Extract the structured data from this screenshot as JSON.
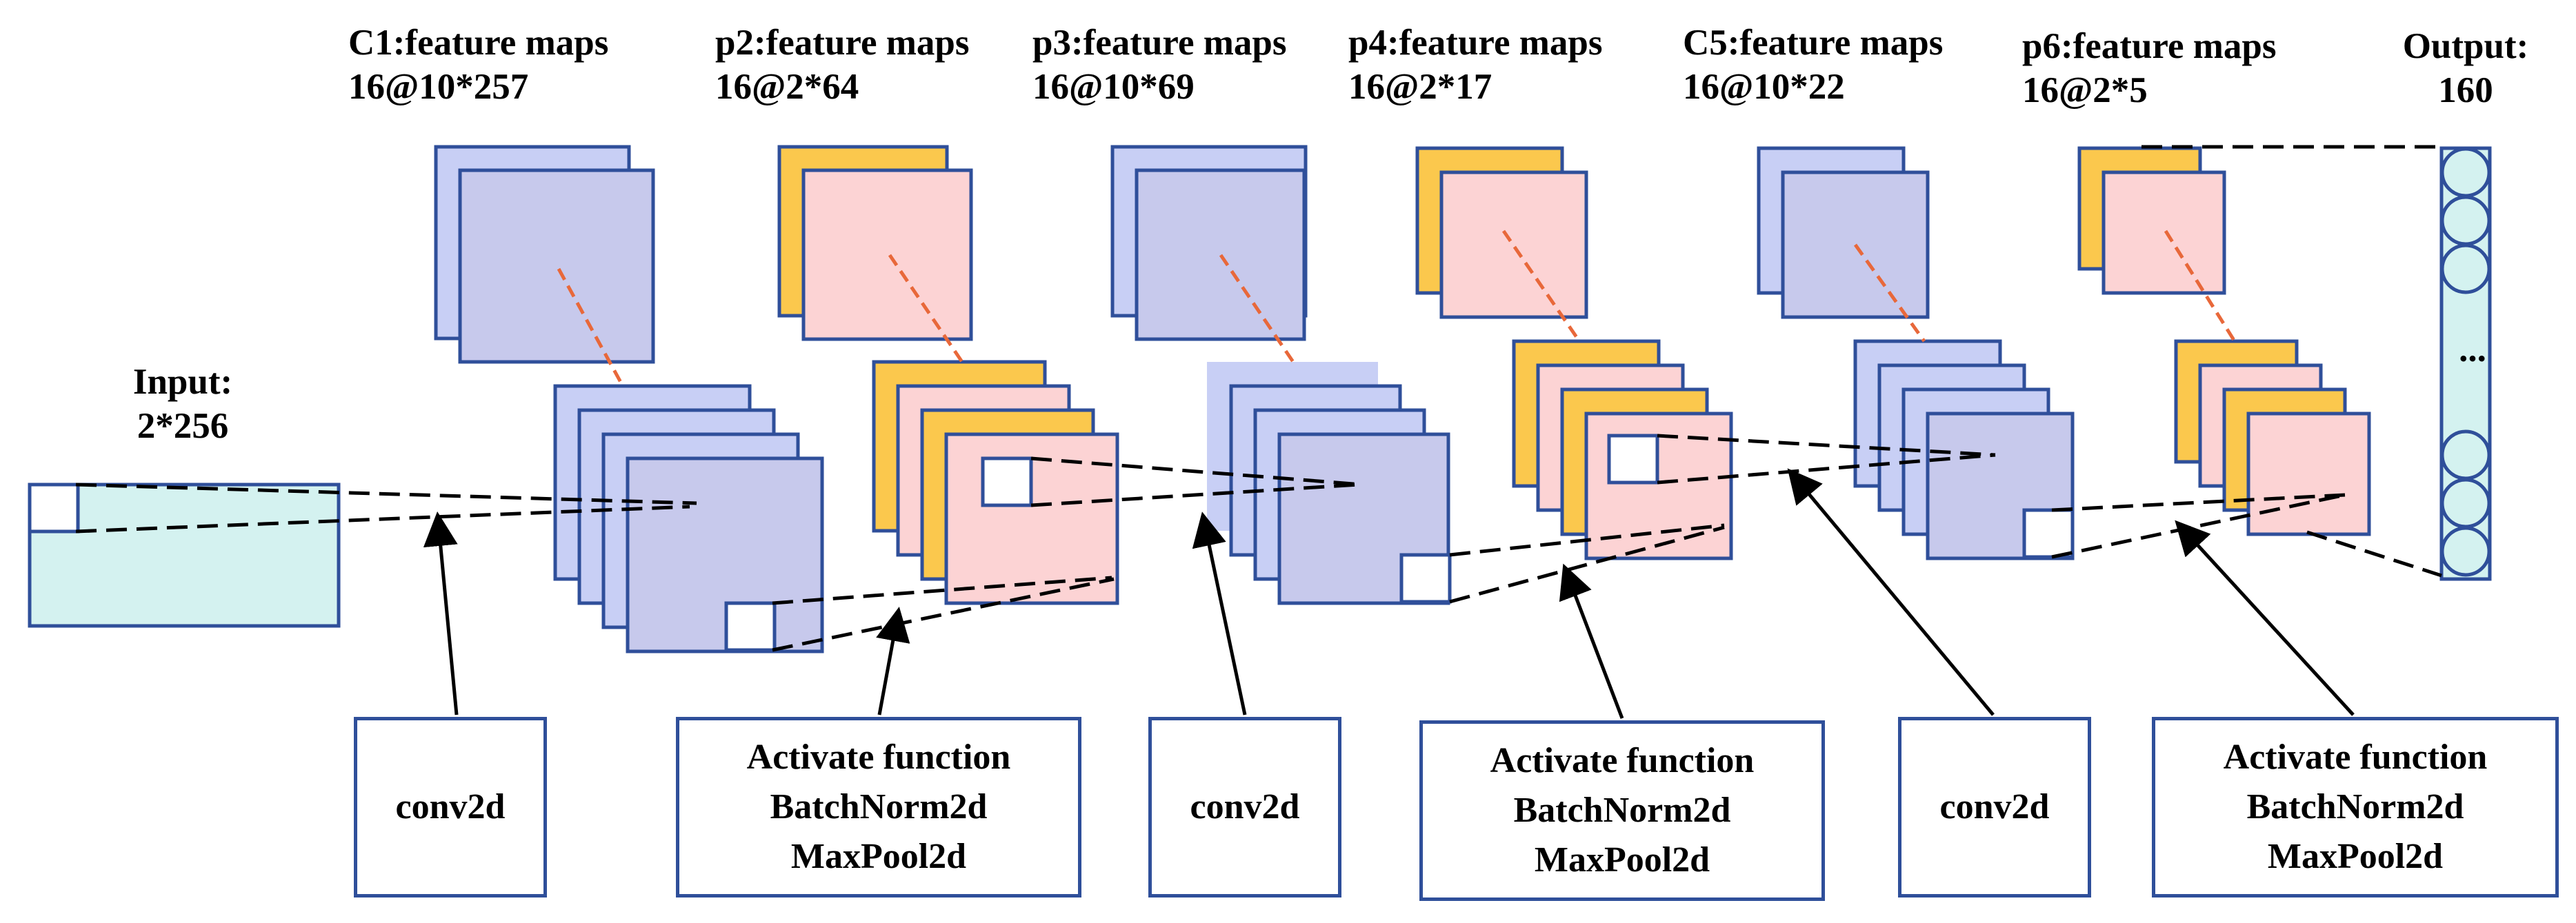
{
  "colors": {
    "blue": "#c8cff5",
    "lavender": "#c7c9ec",
    "pink": "#fcd3d4",
    "orange": "#fbc84d",
    "cyan": "#d4f2f0",
    "green": "#cce9c2",
    "border": "#2f4f9a",
    "red_dash": "#e8683a",
    "black": "#000000"
  },
  "input": {
    "title": "Input:",
    "dims": "2*256"
  },
  "layers": [
    {
      "title": "C1:feature maps",
      "dims": "16@10*257"
    },
    {
      "title": "p2:feature maps",
      "dims": "16@2*64"
    },
    {
      "title": "p3:feature maps",
      "dims": "16@10*69"
    },
    {
      "title": "p4:feature maps",
      "dims": "16@2*17"
    },
    {
      "title": "C5:feature maps",
      "dims": "16@10*22"
    },
    {
      "title": "p6:feature maps",
      "dims": "16@2*5"
    }
  ],
  "output": {
    "title": "Output:",
    "dims": "160",
    "ellipsis": "..."
  },
  "ops": [
    {
      "lines": [
        "conv2d"
      ]
    },
    {
      "lines": [
        "Activate function",
        "BatchNorm2d",
        "MaxPool2d"
      ]
    },
    {
      "lines": [
        "conv2d"
      ]
    },
    {
      "lines": [
        "Activate function",
        "BatchNorm2d",
        "MaxPool2d"
      ]
    },
    {
      "lines": [
        "conv2d"
      ]
    },
    {
      "lines": [
        "Activate function",
        "BatchNorm2d",
        "MaxPool2d"
      ]
    }
  ]
}
